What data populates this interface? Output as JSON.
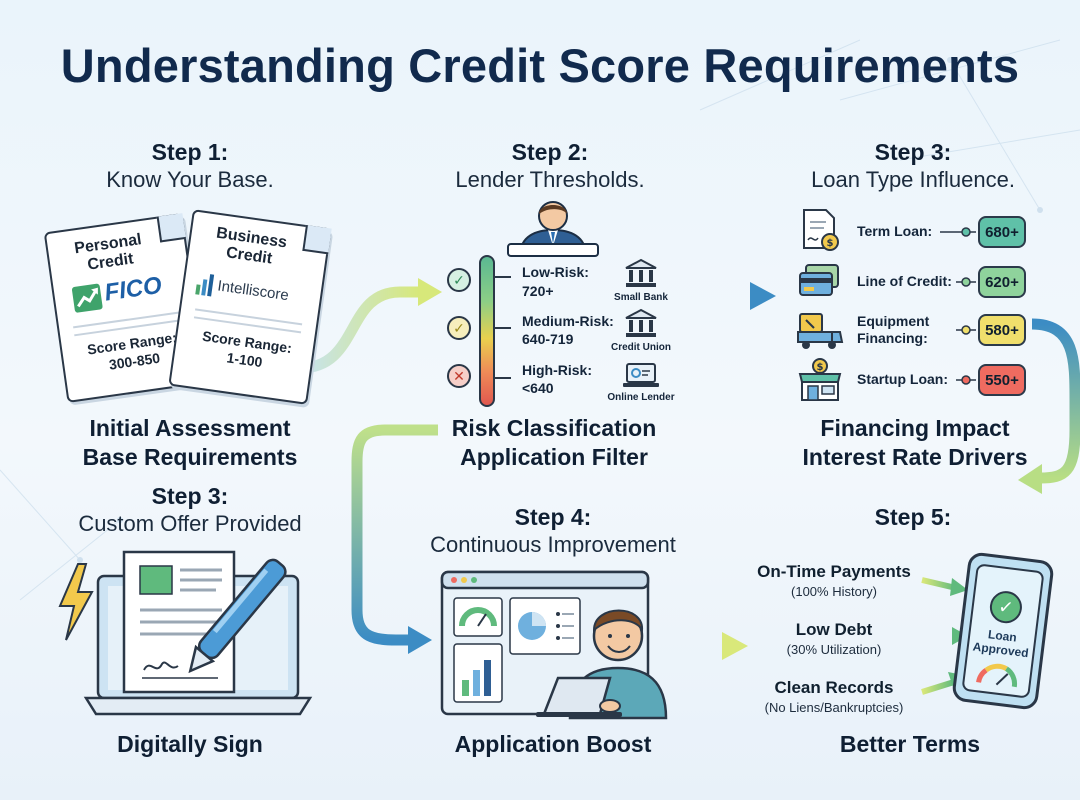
{
  "title": "Understanding Credit Score Requirements",
  "step1": {
    "num": "Step 1:",
    "sub": "Know Your Base.",
    "personal": {
      "title": "Personal Credit",
      "brand": "FICO",
      "range_label": "Score Range:",
      "range": "300-850"
    },
    "business": {
      "title": "Business Credit",
      "brand": "Intelliscore",
      "range_label": "Score Range:",
      "range": "1-100"
    },
    "caption_line1": "Initial Assessment",
    "caption_line2": "Base Requirements"
  },
  "step2": {
    "num": "Step 2:",
    "sub": "Lender Thresholds.",
    "tiers": [
      {
        "name": "Low-Risk:",
        "value": "720+",
        "lender": "Small Bank",
        "color": "#5bb892"
      },
      {
        "name": "Medium-Risk:",
        "value": "640-719",
        "lender": "Credit Union",
        "color": "#e3c74a"
      },
      {
        "name": "High-Risk:",
        "value": "<640",
        "lender": "Online Lender",
        "color": "#e06a5e"
      }
    ],
    "caption_line1": "Risk Classification",
    "caption_line2": "Application Filter"
  },
  "step3": {
    "num": "Step 3:",
    "sub": "Loan Type Influence.",
    "loans": [
      {
        "name": "Term Loan:",
        "score": "680+",
        "color": "#5fc1a8"
      },
      {
        "name": "Line of Credit:",
        "score": "620+",
        "color": "#8fd39c"
      },
      {
        "name": "Equipment Financing:",
        "score": "580+",
        "color": "#f0df6c"
      },
      {
        "name": "Startup Loan:",
        "score": "550+",
        "color": "#ef6b60"
      }
    ],
    "caption_line1": "Financing Impact",
    "caption_line2": "Interest Rate Drivers"
  },
  "step3b": {
    "num": "Step 3:",
    "sub": "Custom Offer Provided",
    "caption": "Digitally Sign"
  },
  "step4": {
    "num": "Step 4:",
    "sub": "Continuous Improvement",
    "caption": "Application Boost"
  },
  "step5": {
    "num": "Step 5:",
    "factors": [
      {
        "title": "On-Time Payments",
        "sub": "(100% History)"
      },
      {
        "title": "Low Debt",
        "sub": "(30% Utilization)"
      },
      {
        "title": "Clean Records",
        "sub": "(No Liens/Bankruptcies)"
      }
    ],
    "phone_text": "Loan Approved",
    "caption": "Better Terms"
  },
  "colors": {
    "navy": "#112a4d",
    "arrow_start": "#dbe87a",
    "arrow_end": "#3d8fc4"
  }
}
